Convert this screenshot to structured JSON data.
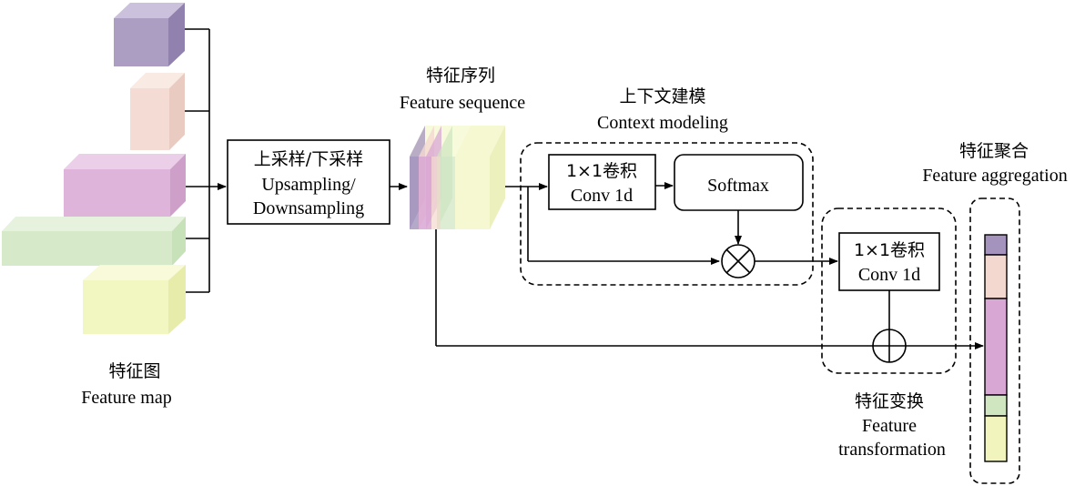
{
  "feature_map": {
    "label_zh": "特征图",
    "label_en": "Feature map"
  },
  "resample": {
    "label_zh": "上采样/下采样",
    "label_en_1": "Upsampling/",
    "label_en_2": "Downsampling"
  },
  "feature_sequence": {
    "label_zh": "特征序列",
    "label_en": "Feature sequence"
  },
  "context_modeling": {
    "label_zh": "上下文建模",
    "label_en": "Context modeling",
    "conv_zh": "1×1卷积",
    "conv_en": "Conv 1d",
    "softmax": "Softmax"
  },
  "feature_transformation": {
    "label_zh": "特征变换",
    "label_en_1": "Feature",
    "label_en_2": "transformation",
    "conv_zh": "1×1卷积",
    "conv_en": "Conv 1d"
  },
  "feature_aggregation": {
    "label_zh": "特征聚合",
    "label_en": "Feature aggregation"
  },
  "colors": {
    "purple": "#a393bd",
    "pink": "#f3d8cf",
    "magenta": "#d9a7d4",
    "green": "#cfe6c0",
    "yellow": "#f1f5bd"
  }
}
